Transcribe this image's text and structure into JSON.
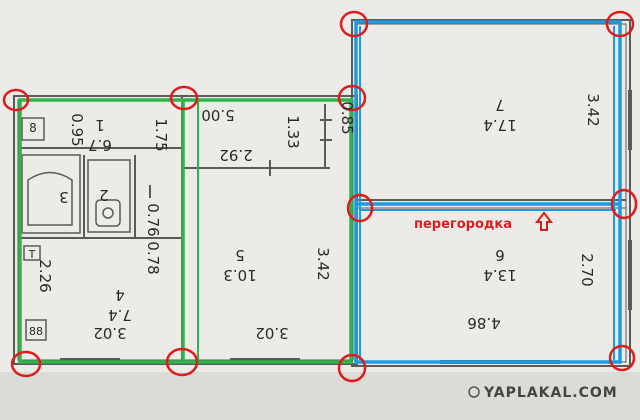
{
  "colors": {
    "paper": "#ecebe7",
    "wall": "#555555",
    "green_outline": "#2fb34a",
    "blue_outline": "#1c9be0",
    "red_marker": "#e01b1b",
    "watermark_band": "#d7d7d2"
  },
  "rooms": {
    "r1_num": "1",
    "r1_area": "6.7",
    "r2_num": "2",
    "r3_num": "3",
    "r4_num": "4",
    "r4_area": "7.4",
    "r5_num": "5",
    "r5_area": "10.3",
    "r6_num": "6",
    "r6_area": "13.4",
    "r7_num": "7",
    "r7_area": "17.4"
  },
  "dims": {
    "d_0_95": "0.95",
    "d_1_75": "1.75",
    "d_5_00": "5.00",
    "d_1_33": "1.33",
    "d_0_85": "0.85",
    "d_2_92": "2.92",
    "d_0_76": "0.76",
    "d_0_78": "0.78",
    "d_3_42_mid": "3.42",
    "d_3_42_top": "3.42",
    "d_2_70": "2.70",
    "d_4_86": "4.86",
    "d_2_26": "2.26",
    "d_3_02_left": "3.02",
    "d_3_02_mid": "3.02",
    "small_8": "8",
    "small_88": "88",
    "small_T": "T"
  },
  "annotation": {
    "partition_label": "перегородка"
  },
  "watermark": {
    "text": "YAPLAKAL.COM"
  }
}
